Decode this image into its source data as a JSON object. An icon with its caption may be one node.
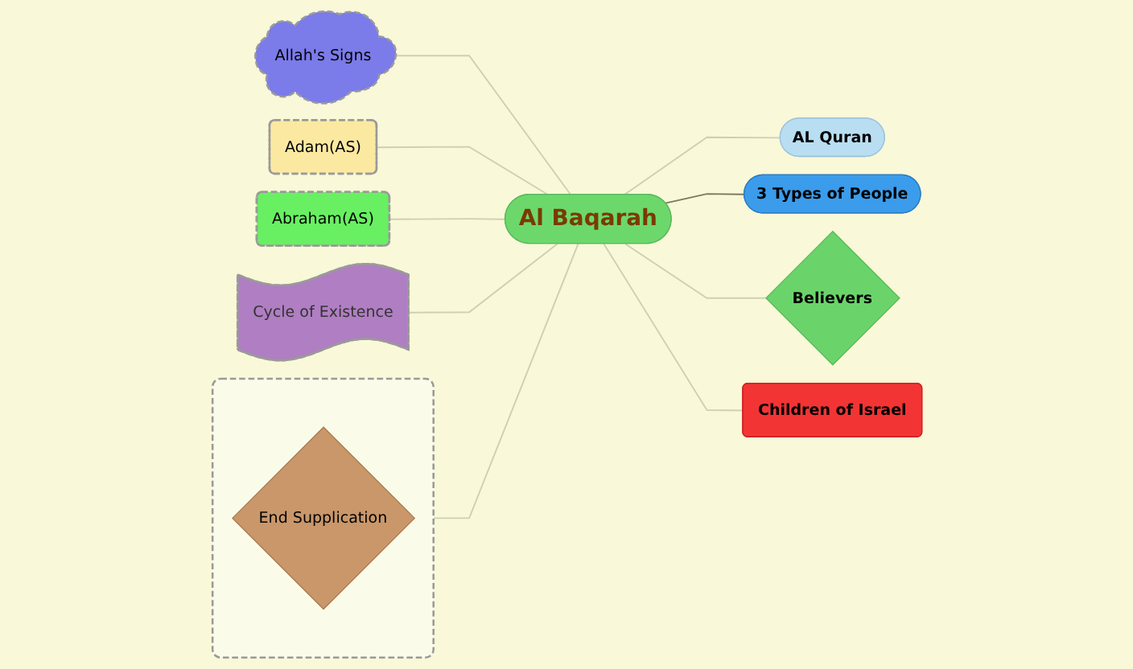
{
  "diagram": {
    "nodes": [
      {
        "text": [
          "Al Baqarah"
        ]
      },
      {
        "text": [
          "AL Quran"
        ]
      },
      {
        "text": [
          "3 Types of People"
        ]
      },
      {
        "text": [
          "Believers"
        ]
      },
      {
        "text": [
          "Children of Israel"
        ]
      },
      {
        "text": [
          "Allah's Signs"
        ]
      },
      {
        "text": [
          "Adam(AS)"
        ]
      },
      {
        "text": [
          "Abraham(AS)"
        ]
      },
      {
        "text": [
          "Cycle of Existence"
        ]
      },
      {
        "text": [],
        "shape": "box"
      },
      {
        "text": [
          "End Supplication"
        ],
        "in": 9
      }
    ],
    "edges": [
      {
        "from": 0,
        "to": 1,
        "arrow": "none"
      },
      {
        "from": 0,
        "to": 2,
        "arrow": "none",
        "color": "#7a7a60"
      },
      {
        "from": 0,
        "to": 3,
        "arrow": "none"
      },
      {
        "from": 0,
        "to": 4,
        "arrow": "none"
      },
      {
        "from": 0,
        "to": 5,
        "arrow": "none"
      },
      {
        "from": 0,
        "to": 6,
        "arrow": "none"
      },
      {
        "from": 0,
        "to": 7,
        "arrow": "none"
      },
      {
        "from": 0,
        "to": 8,
        "arrow": "none"
      },
      {
        "from": 0,
        "to": 9,
        "arrow": "none"
      }
    ]
  }
}
